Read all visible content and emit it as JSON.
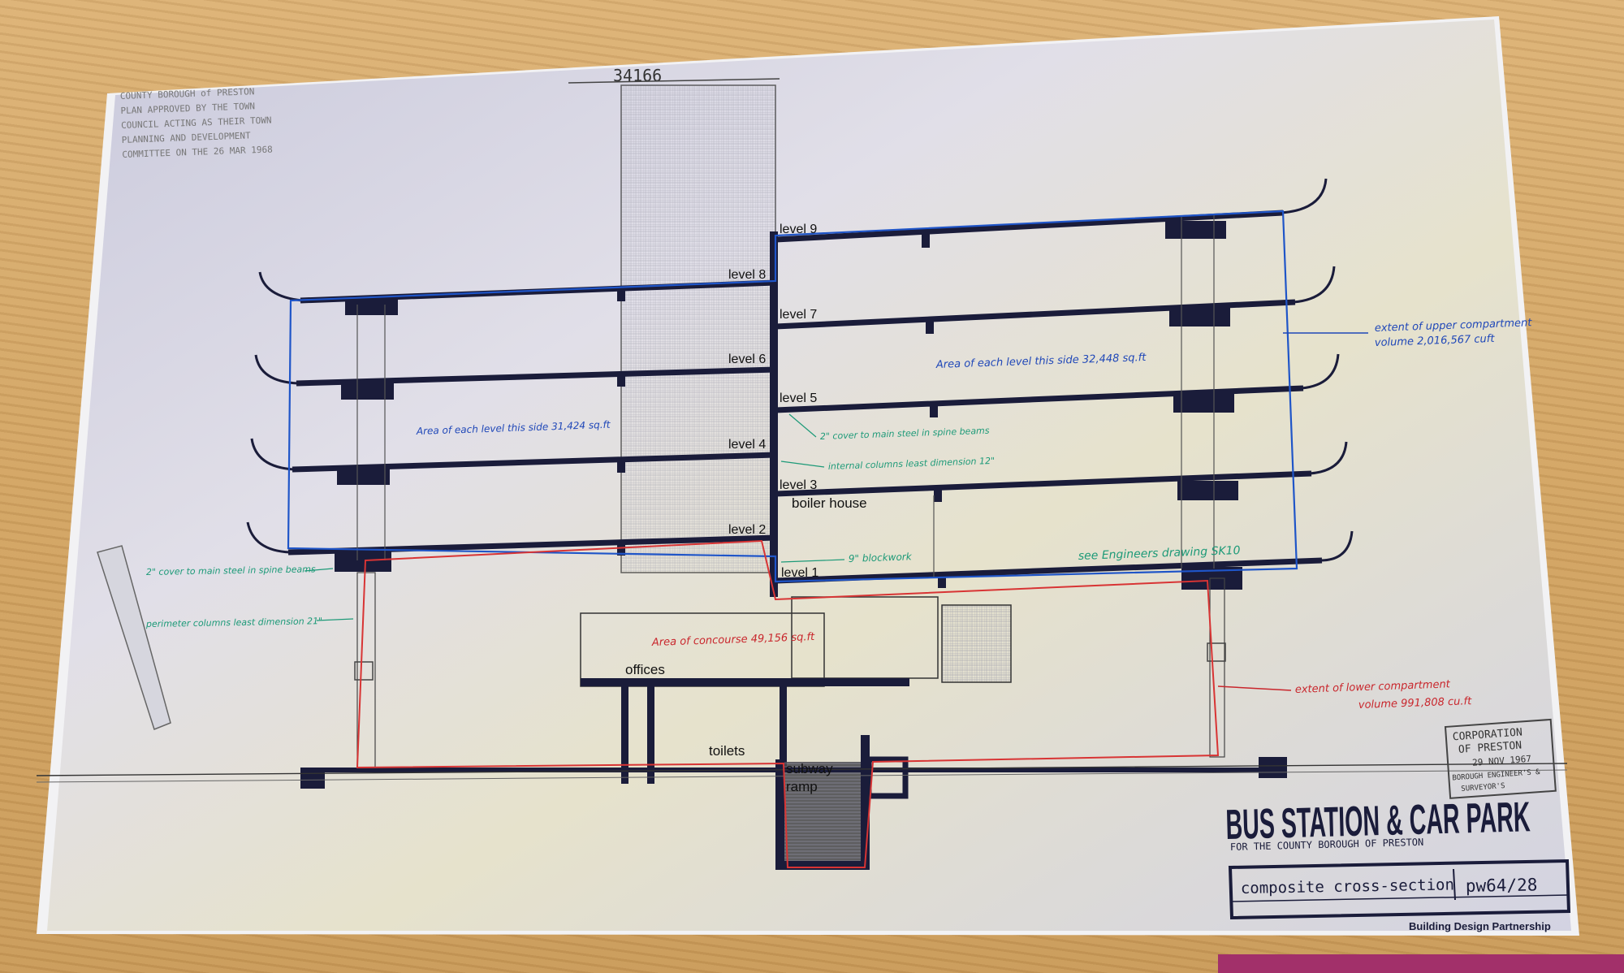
{
  "drawing": {
    "drawing_number": "34166",
    "approval_stamp": [
      "COUNTY BOROUGH of PRESTON",
      "PLAN APPROVED BY THE TOWN",
      "COUNCIL ACTING AS THEIR TOWN",
      "PLANNING AND DEVELOPMENT",
      "COMMITTEE ON THE 26 MAR 1968"
    ],
    "levels": [
      "level 9",
      "level 8",
      "level 7",
      "level 6",
      "level 5",
      "level 4",
      "level 3",
      "level 2",
      "level 1"
    ],
    "rooms": {
      "boiler_house": "boiler house",
      "offices": "offices",
      "toilets": "toilets",
      "subway": "subway",
      "ramp": "ramp"
    },
    "annotations": {
      "area_left": "Area of each level this side 31,424 sq.ft",
      "area_right": "Area of each level this side 32,448 sq.ft",
      "upper_compartment": [
        "extent of upper compartment",
        "volume 2,016,567 cuft"
      ],
      "concourse": "Area of concourse 49,156 sq.ft",
      "lower_compartment": [
        "extent of lower compartment",
        "volume 991,808 cu.ft"
      ],
      "cover_beams_right": "2\" cover to main steel in spine beams",
      "internal_columns": "internal columns least dimension 12\"",
      "blockwork": "9\" blockwork",
      "engineer_drawing": "see Engineers drawing SK10",
      "cover_beams_left": "2\" cover to main steel in spine beams",
      "perimeter_columns": "perimeter columns least dimension 21\""
    },
    "stamp_corp": [
      "CORPORATION",
      "OF PRESTON",
      "29 NOV 1967",
      "BOROUGH ENGINEER'S &",
      "SURVEYOR'S"
    ],
    "title": "BUS STATION & CAR PARK",
    "subtitle": "FOR THE COUNTY BOROUGH OF PRESTON",
    "sheet_title": "composite cross-section",
    "sheet_number": "pw64/28",
    "firm": "Building Design Partnership"
  }
}
